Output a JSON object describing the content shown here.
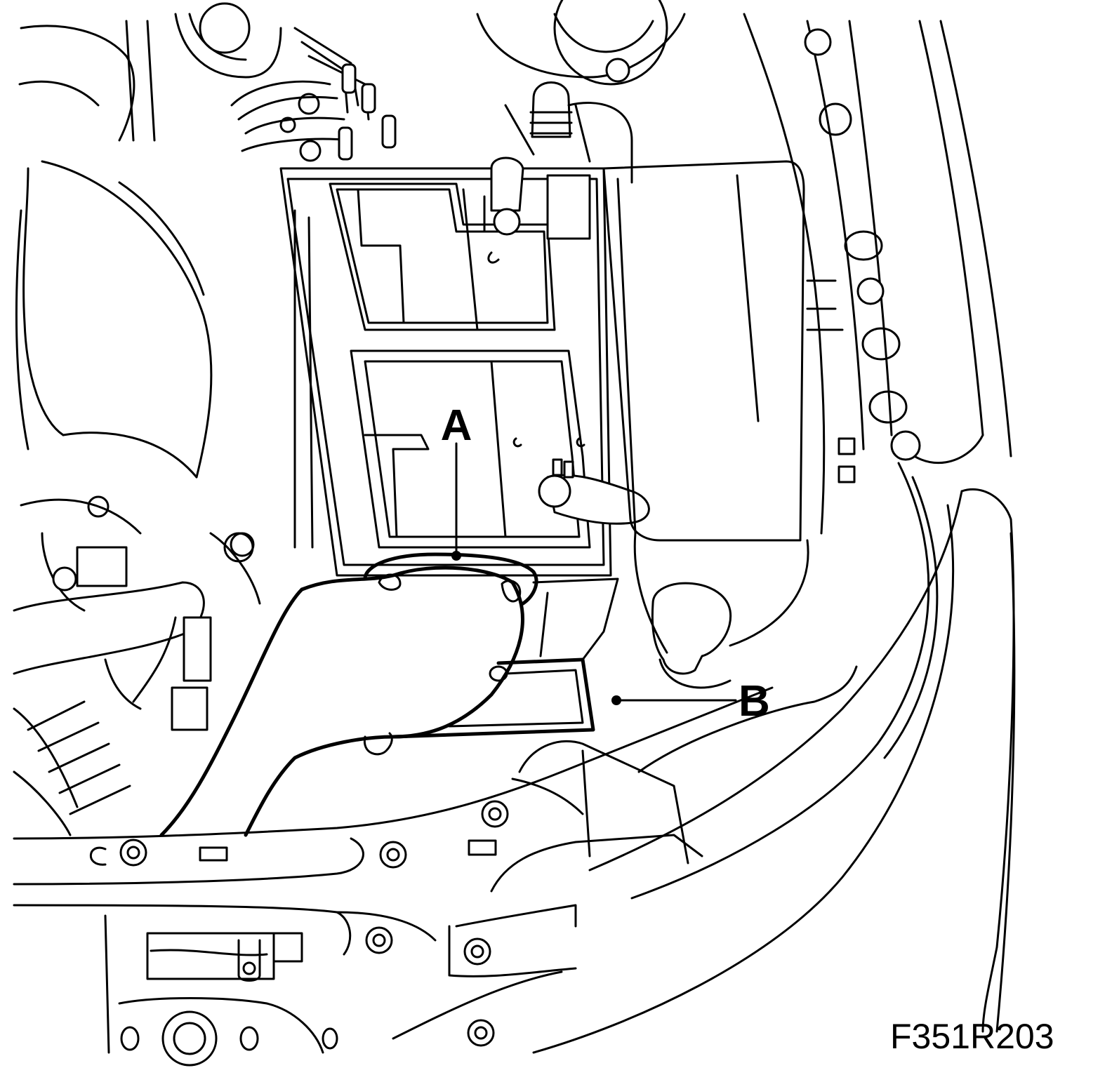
{
  "callouts": {
    "a": {
      "label": "A"
    },
    "b": {
      "label": "B"
    }
  },
  "figure_code": "F351R203"
}
